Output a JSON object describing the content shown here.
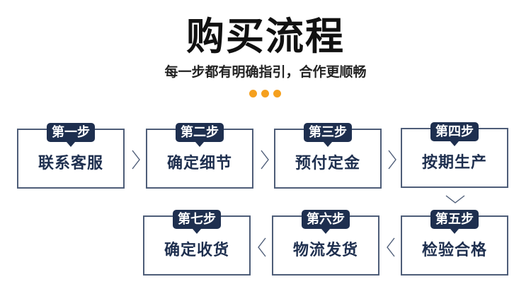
{
  "header": {
    "title": "购买流程",
    "subtitle": "每一步都有明确指引，合作更顺畅"
  },
  "colors": {
    "navy": "#1e2f4f",
    "border": "#4e5d78",
    "accent_orange": "#f5a01e",
    "arrow": "#4e5d78"
  },
  "decoration": {
    "dots": [
      "orange-dot",
      "orange-dot",
      "orange-dot"
    ]
  },
  "steps": [
    {
      "badge": "第一步",
      "label": "联系客服"
    },
    {
      "badge": "第二步",
      "label": "确定细节"
    },
    {
      "badge": "第三步",
      "label": "预付定金"
    },
    {
      "badge": "第四步",
      "label": "按期生产"
    },
    {
      "badge": "第五步",
      "label": "检验合格"
    },
    {
      "badge": "第六步",
      "label": "物流发货"
    },
    {
      "badge": "第七步",
      "label": "确定收货"
    }
  ],
  "arrows": {
    "row1": [
      "chevron-right",
      "chevron-right",
      "chevron-right"
    ],
    "turn": "chevron-down",
    "row2": [
      "chevron-left",
      "chevron-left"
    ]
  }
}
